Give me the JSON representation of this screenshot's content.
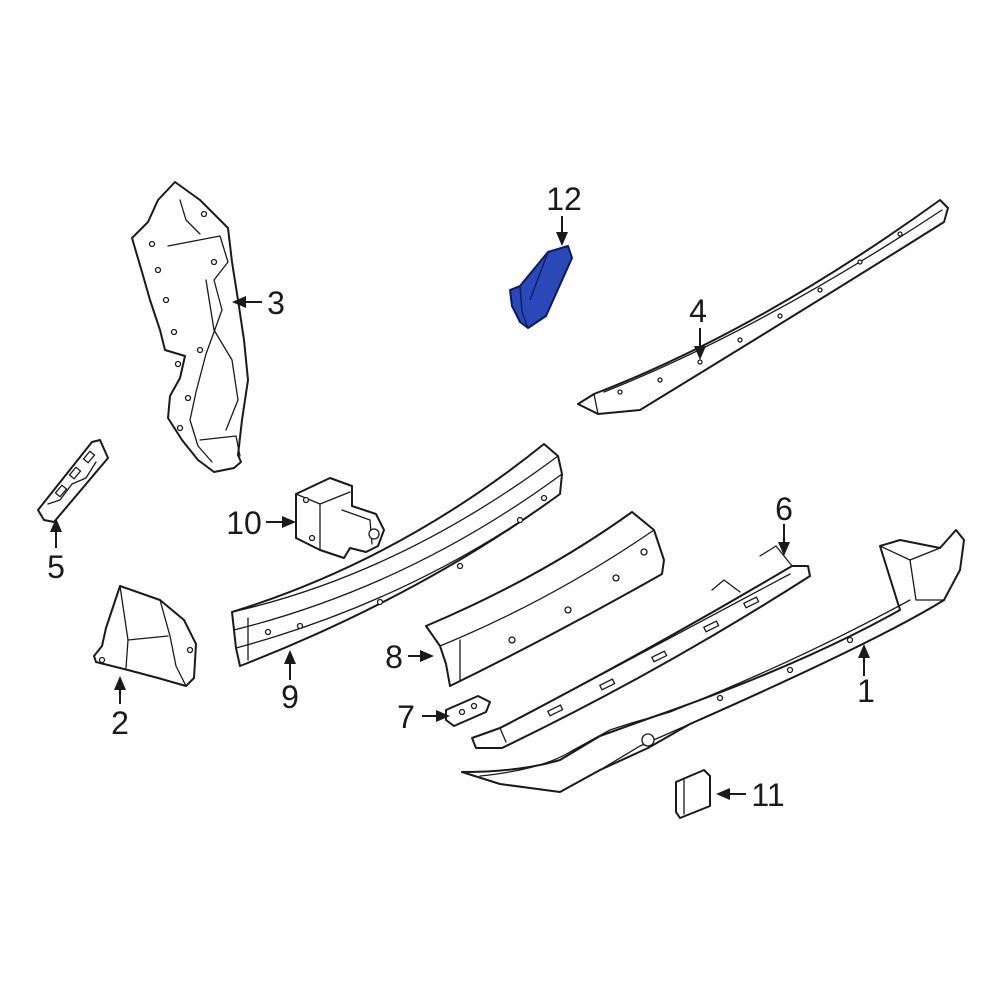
{
  "diagram": {
    "callouts": [
      {
        "id": "c1",
        "label": "1"
      },
      {
        "id": "c2",
        "label": "2"
      },
      {
        "id": "c3",
        "label": "3"
      },
      {
        "id": "c4",
        "label": "4"
      },
      {
        "id": "c5",
        "label": "5"
      },
      {
        "id": "c6",
        "label": "6"
      },
      {
        "id": "c7",
        "label": "7"
      },
      {
        "id": "c8",
        "label": "8"
      },
      {
        "id": "c9",
        "label": "9"
      },
      {
        "id": "c10",
        "label": "10"
      },
      {
        "id": "c11",
        "label": "11"
      },
      {
        "id": "c12",
        "label": "12"
      }
    ],
    "highlighted_part": "12",
    "colors": {
      "line": "#1a1a1a",
      "highlight": "#2a48b8",
      "background": "#ffffff"
    }
  }
}
